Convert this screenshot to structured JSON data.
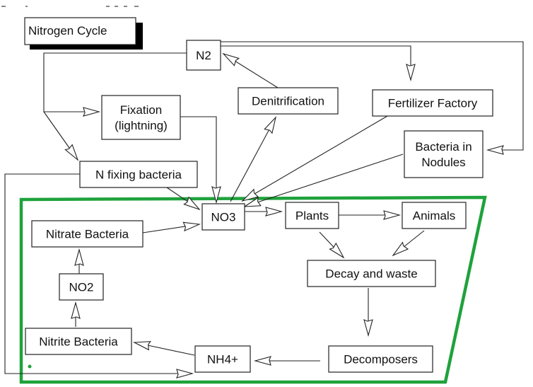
{
  "title": "Nitrogen Cycle",
  "region_color": "#1fa23c",
  "nodes": [
    {
      "id": "n2",
      "lines": [
        "N2"
      ]
    },
    {
      "id": "fixation",
      "lines": [
        "Fixation",
        "(lightning)"
      ]
    },
    {
      "id": "denitrification",
      "lines": [
        "Denitrification"
      ]
    },
    {
      "id": "fertilizer",
      "lines": [
        "Fertilizer Factory"
      ]
    },
    {
      "id": "nodules",
      "lines": [
        "Bacteria in",
        "Nodules"
      ]
    },
    {
      "id": "nfixing",
      "lines": [
        "N fixing bacteria"
      ]
    },
    {
      "id": "no3",
      "lines": [
        "NO3"
      ]
    },
    {
      "id": "plants",
      "lines": [
        "Plants"
      ]
    },
    {
      "id": "animals",
      "lines": [
        "Animals"
      ]
    },
    {
      "id": "nitrate",
      "lines": [
        "Nitrate Bacteria"
      ]
    },
    {
      "id": "no2",
      "lines": [
        "NO2"
      ]
    },
    {
      "id": "decay",
      "lines": [
        "Decay and waste"
      ]
    },
    {
      "id": "nitrite",
      "lines": [
        "Nitrite Bacteria"
      ]
    },
    {
      "id": "nh4",
      "lines": [
        "NH4+"
      ]
    },
    {
      "id": "decomposers",
      "lines": [
        "Decomposers"
      ]
    }
  ],
  "edges": [
    {
      "from": "n2",
      "to": "fertilizer"
    },
    {
      "from": "n2",
      "to": "nodules"
    },
    {
      "from": "n2",
      "to": "fixation"
    },
    {
      "from": "n2",
      "to": "nfixing"
    },
    {
      "from": "denitrification",
      "to": "n2"
    },
    {
      "from": "no3",
      "to": "denitrification"
    },
    {
      "from": "fixation",
      "to": "no3"
    },
    {
      "from": "fertilizer",
      "to": "no3"
    },
    {
      "from": "nodules",
      "to": "no3"
    },
    {
      "from": "nfixing",
      "to": "no3"
    },
    {
      "from": "nfixing",
      "to": "nh4"
    },
    {
      "from": "no3",
      "to": "plants"
    },
    {
      "from": "plants",
      "to": "animals"
    },
    {
      "from": "plants",
      "to": "decay"
    },
    {
      "from": "animals",
      "to": "decay"
    },
    {
      "from": "decay",
      "to": "decomposers"
    },
    {
      "from": "decomposers",
      "to": "nh4"
    },
    {
      "from": "nh4",
      "to": "nitrite"
    },
    {
      "from": "nitrite",
      "to": "no2"
    },
    {
      "from": "no2",
      "to": "nitrate"
    },
    {
      "from": "nitrate",
      "to": "no3"
    }
  ]
}
